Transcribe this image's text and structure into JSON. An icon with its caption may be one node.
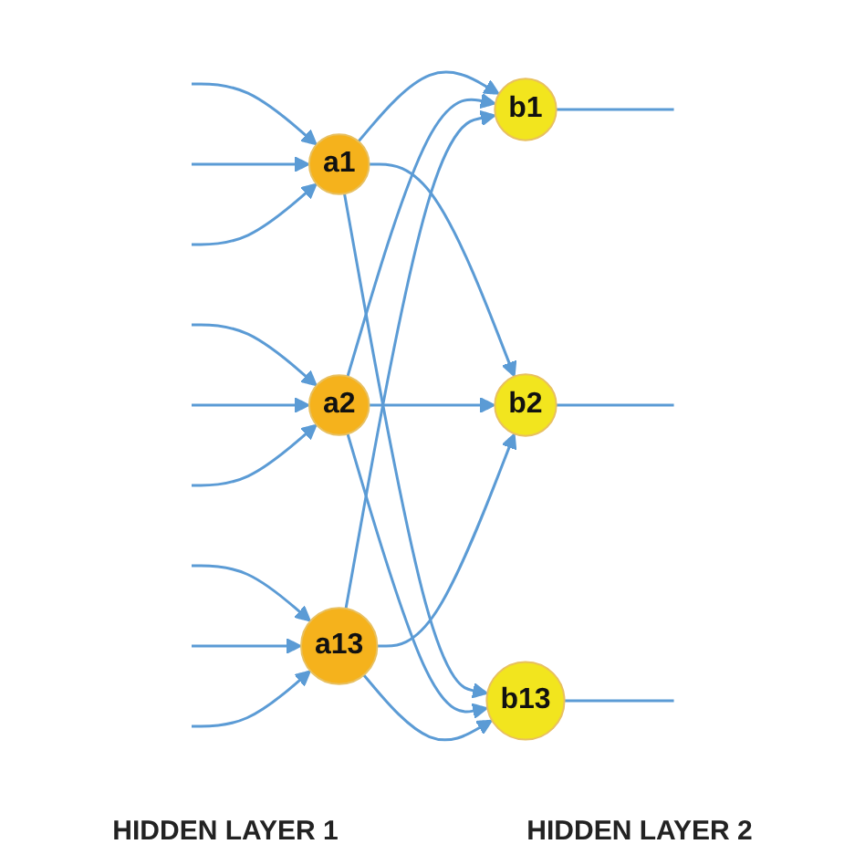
{
  "diagram": {
    "nodes": [
      {
        "text": [
          "a1"
        ]
      },
      {
        "text": [
          "a2"
        ]
      },
      {
        "text": [
          "a13"
        ]
      },
      {
        "text": [
          "b1"
        ]
      },
      {
        "text": [
          "b2"
        ]
      },
      {
        "text": [
          "b13"
        ]
      }
    ],
    "edges": [
      {
        "from": null,
        "to": 0,
        "arrow": "to"
      },
      {
        "from": null,
        "to": 0,
        "arrow": "to"
      },
      {
        "from": null,
        "to": 0,
        "arrow": "to"
      },
      {
        "from": null,
        "to": 1,
        "arrow": "to"
      },
      {
        "from": null,
        "to": 1,
        "arrow": "to"
      },
      {
        "from": null,
        "to": 1,
        "arrow": "to"
      },
      {
        "from": null,
        "to": 2,
        "arrow": "to"
      },
      {
        "from": null,
        "to": 2,
        "arrow": "to"
      },
      {
        "from": null,
        "to": 2,
        "arrow": "to"
      },
      {
        "from": 0,
        "to": 3,
        "arrow": "to"
      },
      {
        "from": 0,
        "to": 4,
        "arrow": "to"
      },
      {
        "from": 0,
        "to": 5,
        "arrow": "to"
      },
      {
        "from": 1,
        "to": 3,
        "arrow": "to"
      },
      {
        "from": 1,
        "to": 4,
        "arrow": "to"
      },
      {
        "from": 1,
        "to": 5,
        "arrow": "to"
      },
      {
        "from": 2,
        "to": 3,
        "arrow": "to"
      },
      {
        "from": 2,
        "to": 4,
        "arrow": "to"
      },
      {
        "from": 2,
        "to": 5,
        "arrow": "to"
      },
      {
        "from": 3,
        "to": null,
        "arrow": "none"
      },
      {
        "from": 4,
        "to": null,
        "arrow": "none"
      },
      {
        "from": 5,
        "to": null,
        "arrow": "none"
      }
    ],
    "labels": [
      "HIDDEN LAYER 1",
      "HIDDEN LAYER 2"
    ]
  }
}
